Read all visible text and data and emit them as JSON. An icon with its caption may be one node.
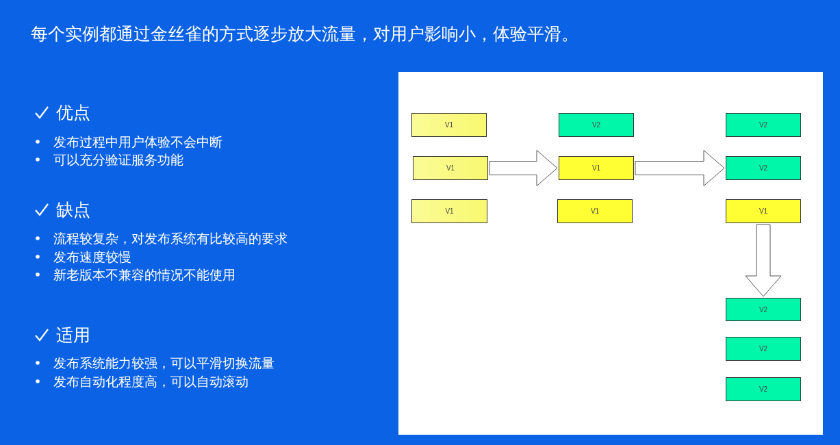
{
  "diagram": {
    "title": "每个实例都通过金丝雀的方式逐步放大流量，对用户影响小，体验平滑。",
    "nodes": [
      {
        "text": [
          "V1"
        ]
      },
      {
        "text": [
          "V1"
        ]
      },
      {
        "text": [
          "V1"
        ]
      },
      {
        "text": [
          "V2"
        ]
      },
      {
        "text": [
          "V1"
        ]
      },
      {
        "text": [
          "V1"
        ]
      },
      {
        "text": [
          "V2"
        ]
      },
      {
        "text": [
          "V2"
        ]
      },
      {
        "text": [
          "V1"
        ]
      },
      {
        "text": [
          "V2"
        ]
      },
      {
        "text": [
          "V2"
        ]
      },
      {
        "text": [
          "V2"
        ]
      }
    ],
    "edges": [
      {
        "from": 1,
        "to": 4,
        "arrow": "to"
      },
      {
        "from": 4,
        "to": 7,
        "arrow": "to"
      },
      {
        "from": 8,
        "to": 9,
        "arrow": "to"
      }
    ],
    "labels": [
      "优点",
      "发布过程中用户体验不会中断",
      "可以充分验证服务功能",
      "缺点",
      "流程较复杂，对发布系统有比较高的要求",
      "发布速度较慢",
      "新老版本不兼容的情况不能使用",
      "适用",
      "发布系统能力较强，可以平滑切换流量",
      "发布自动化程度高，可以自动滚动"
    ]
  }
}
